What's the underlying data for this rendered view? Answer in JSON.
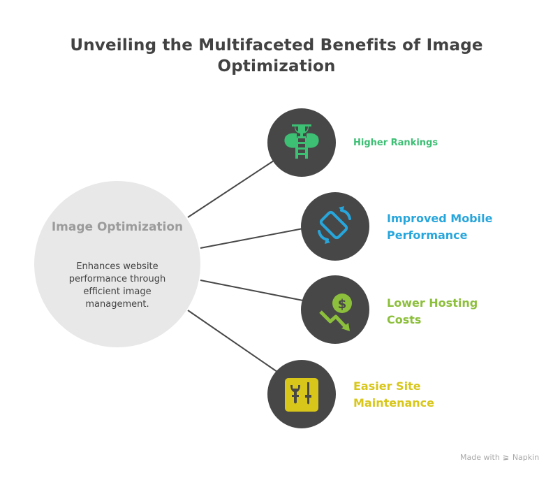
{
  "title": "Unveiling the Multifaceted Benefits of Image Optimization",
  "hub": {
    "title": "Image Optimization",
    "description": "Enhances website performance through efficient image management.",
    "color": "#e8e8e8"
  },
  "nodes": [
    {
      "label": "Higher Rankings",
      "icon": "trophy-ladder-icon",
      "color": "#3dbf74"
    },
    {
      "label": "Improved Mobile Performance",
      "icon": "rotate-phone-icon",
      "color": "#27a6dc"
    },
    {
      "label": "Lower Hosting Costs",
      "icon": "dollar-down-trend-icon",
      "color": "#8cbf3b"
    },
    {
      "label": "Easier Site Maintenance",
      "icon": "wrench-screwdriver-icon",
      "color": "#d8c61a"
    }
  ],
  "footer": {
    "made_with": "Made with",
    "brand": "Napkin"
  }
}
